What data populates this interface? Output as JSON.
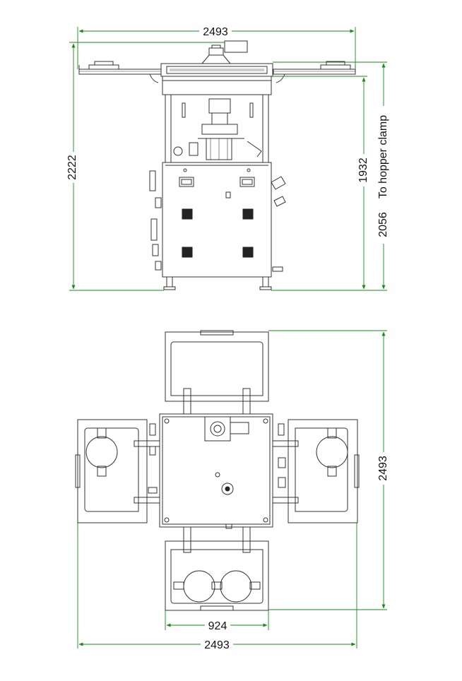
{
  "diagram": {
    "accent_color": "#1a8a1a",
    "front_view": {
      "width_label": "2493",
      "height_label": "2222",
      "inner_height_label": "1932",
      "hopper_height_label": "2056",
      "hopper_note": "To hopper clamp"
    },
    "top_view": {
      "depth_label": "2493",
      "door_width_label": "924",
      "width_label": "2493"
    }
  }
}
